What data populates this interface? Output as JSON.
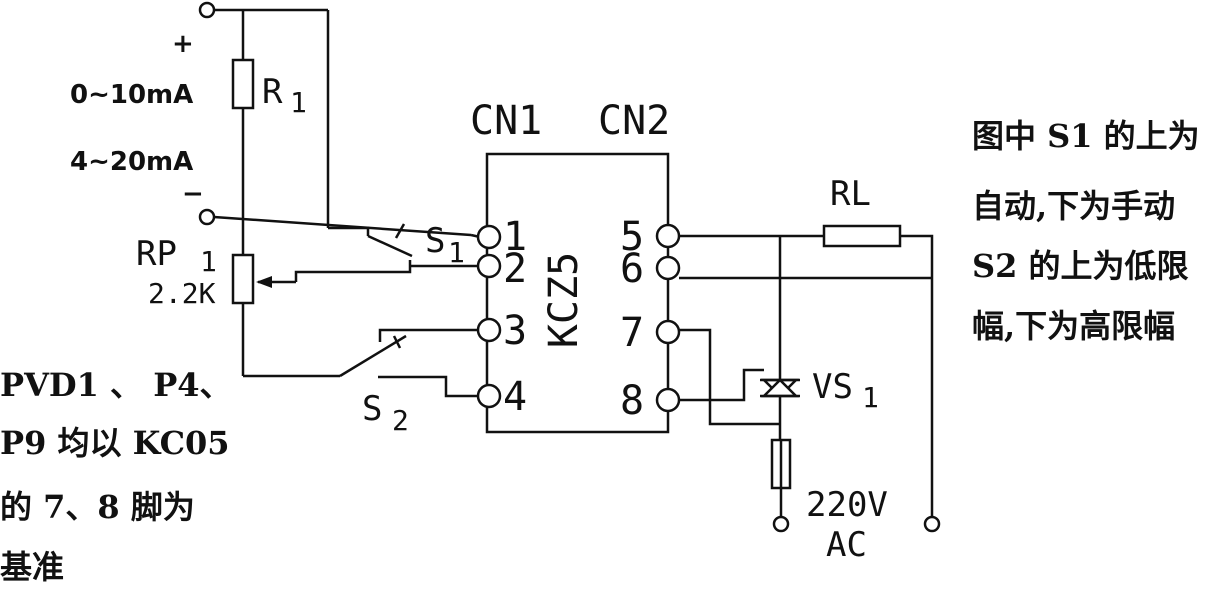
{
  "labels": {
    "plus": "+",
    "minus": "−",
    "current_range_1": "0~10mA",
    "current_range_2": "4~20mA",
    "r1": "R",
    "r1_sub": "1",
    "rp1": "RP",
    "rp1_sub": "1",
    "rp1_value": "2.2K",
    "s1": "S",
    "s1_sub": "1",
    "s2": "S",
    "s2_sub": "2",
    "cn1": "CN1",
    "cn2": "CN2",
    "chip": "KCZ5",
    "rl": "RL",
    "vs1": "VS",
    "vs1_sub": "1",
    "supply_1": "220V",
    "supply_2": "AC"
  },
  "pins": [
    "1",
    "2",
    "3",
    "4",
    "5",
    "6",
    "7",
    "8"
  ],
  "notes": {
    "right": [
      "图中 S1 的上为",
      "自动,下为手动",
      "S2 的上为低限",
      "幅,下为高限幅"
    ],
    "left": [
      "PVD1 、 P4、",
      "P9 均以 KC05",
      "的 7、8 脚为",
      "基准"
    ]
  }
}
